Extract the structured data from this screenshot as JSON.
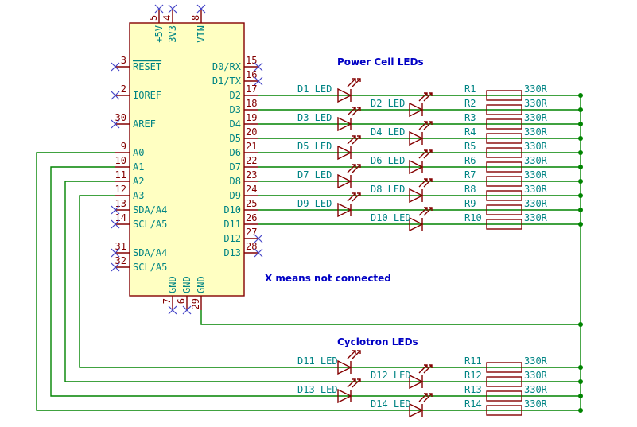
{
  "board": {
    "left_pins": [
      {
        "num": "3",
        "name": "RESET",
        "overline": true,
        "nc": true
      },
      {
        "num": "2",
        "name": "IOREF",
        "nc": true
      },
      {
        "num": "30",
        "name": "AREF",
        "nc": true
      },
      {
        "num": "9",
        "name": "A0"
      },
      {
        "num": "10",
        "name": "A1"
      },
      {
        "num": "11",
        "name": "A2"
      },
      {
        "num": "12",
        "name": "A3"
      },
      {
        "num": "13",
        "name": "SDA/A4",
        "nc": true
      },
      {
        "num": "14",
        "name": "SCL/A5",
        "nc": true
      },
      {
        "num": "31",
        "name": "SDA/A4",
        "nc": true
      },
      {
        "num": "32",
        "name": "SCL/A5",
        "nc": true
      }
    ],
    "right_pins": [
      {
        "num": "15",
        "name": "D0/RX",
        "nc": true
      },
      {
        "num": "16",
        "name": "D1/TX",
        "nc": true
      },
      {
        "num": "17",
        "name": "D2"
      },
      {
        "num": "18",
        "name": "D3"
      },
      {
        "num": "19",
        "name": "D4"
      },
      {
        "num": "20",
        "name": "D5"
      },
      {
        "num": "21",
        "name": "D6"
      },
      {
        "num": "22",
        "name": "D7"
      },
      {
        "num": "23",
        "name": "D8"
      },
      {
        "num": "24",
        "name": "D9"
      },
      {
        "num": "25",
        "name": "D10"
      },
      {
        "num": "26",
        "name": "D11"
      },
      {
        "num": "27",
        "name": "D12",
        "nc": true
      },
      {
        "num": "28",
        "name": "D13",
        "nc": true
      }
    ],
    "top_pins": [
      {
        "num": "5",
        "name": "+5V",
        "nc": true
      },
      {
        "num": "4",
        "name": "3V3",
        "nc": true
      },
      {
        "num": "8",
        "name": "VIN",
        "nc": true
      }
    ],
    "bottom_pins": [
      {
        "num": "7",
        "name": "GND",
        "nc": true
      },
      {
        "num": "6",
        "name": "GND",
        "nc": true
      },
      {
        "num": "29",
        "name": "GND"
      }
    ]
  },
  "labels": {
    "power_cell": "Power Cell LEDs",
    "cyclotron": "Cyclotron LEDs",
    "nc_note": "X means not connected"
  },
  "power_cell_leds": [
    {
      "led": "D1 LED",
      "res": "R1",
      "val": "330R"
    },
    {
      "led": "D2 LED",
      "res": "R2",
      "val": "330R"
    },
    {
      "led": "D3 LED",
      "res": "R3",
      "val": "330R"
    },
    {
      "led": "D4 LED",
      "res": "R4",
      "val": "330R"
    },
    {
      "led": "D5 LED",
      "res": "R5",
      "val": "330R"
    },
    {
      "led": "D6 LED",
      "res": "R6",
      "val": "330R"
    },
    {
      "led": "D7 LED",
      "res": "R7",
      "val": "330R"
    },
    {
      "led": "D8 LED",
      "res": "R8",
      "val": "330R"
    },
    {
      "led": "D9 LED",
      "res": "R9",
      "val": "330R"
    },
    {
      "led": "D10 LED",
      "res": "R10",
      "val": "330R"
    }
  ],
  "cyclotron_leds": [
    {
      "led": "D11 LED",
      "res": "R11",
      "val": "330R"
    },
    {
      "led": "D12 LED",
      "res": "R12",
      "val": "330R"
    },
    {
      "led": "D13 LED",
      "res": "R13",
      "val": "330R"
    },
    {
      "led": "D14 LED",
      "res": "R14",
      "val": "330R"
    }
  ]
}
